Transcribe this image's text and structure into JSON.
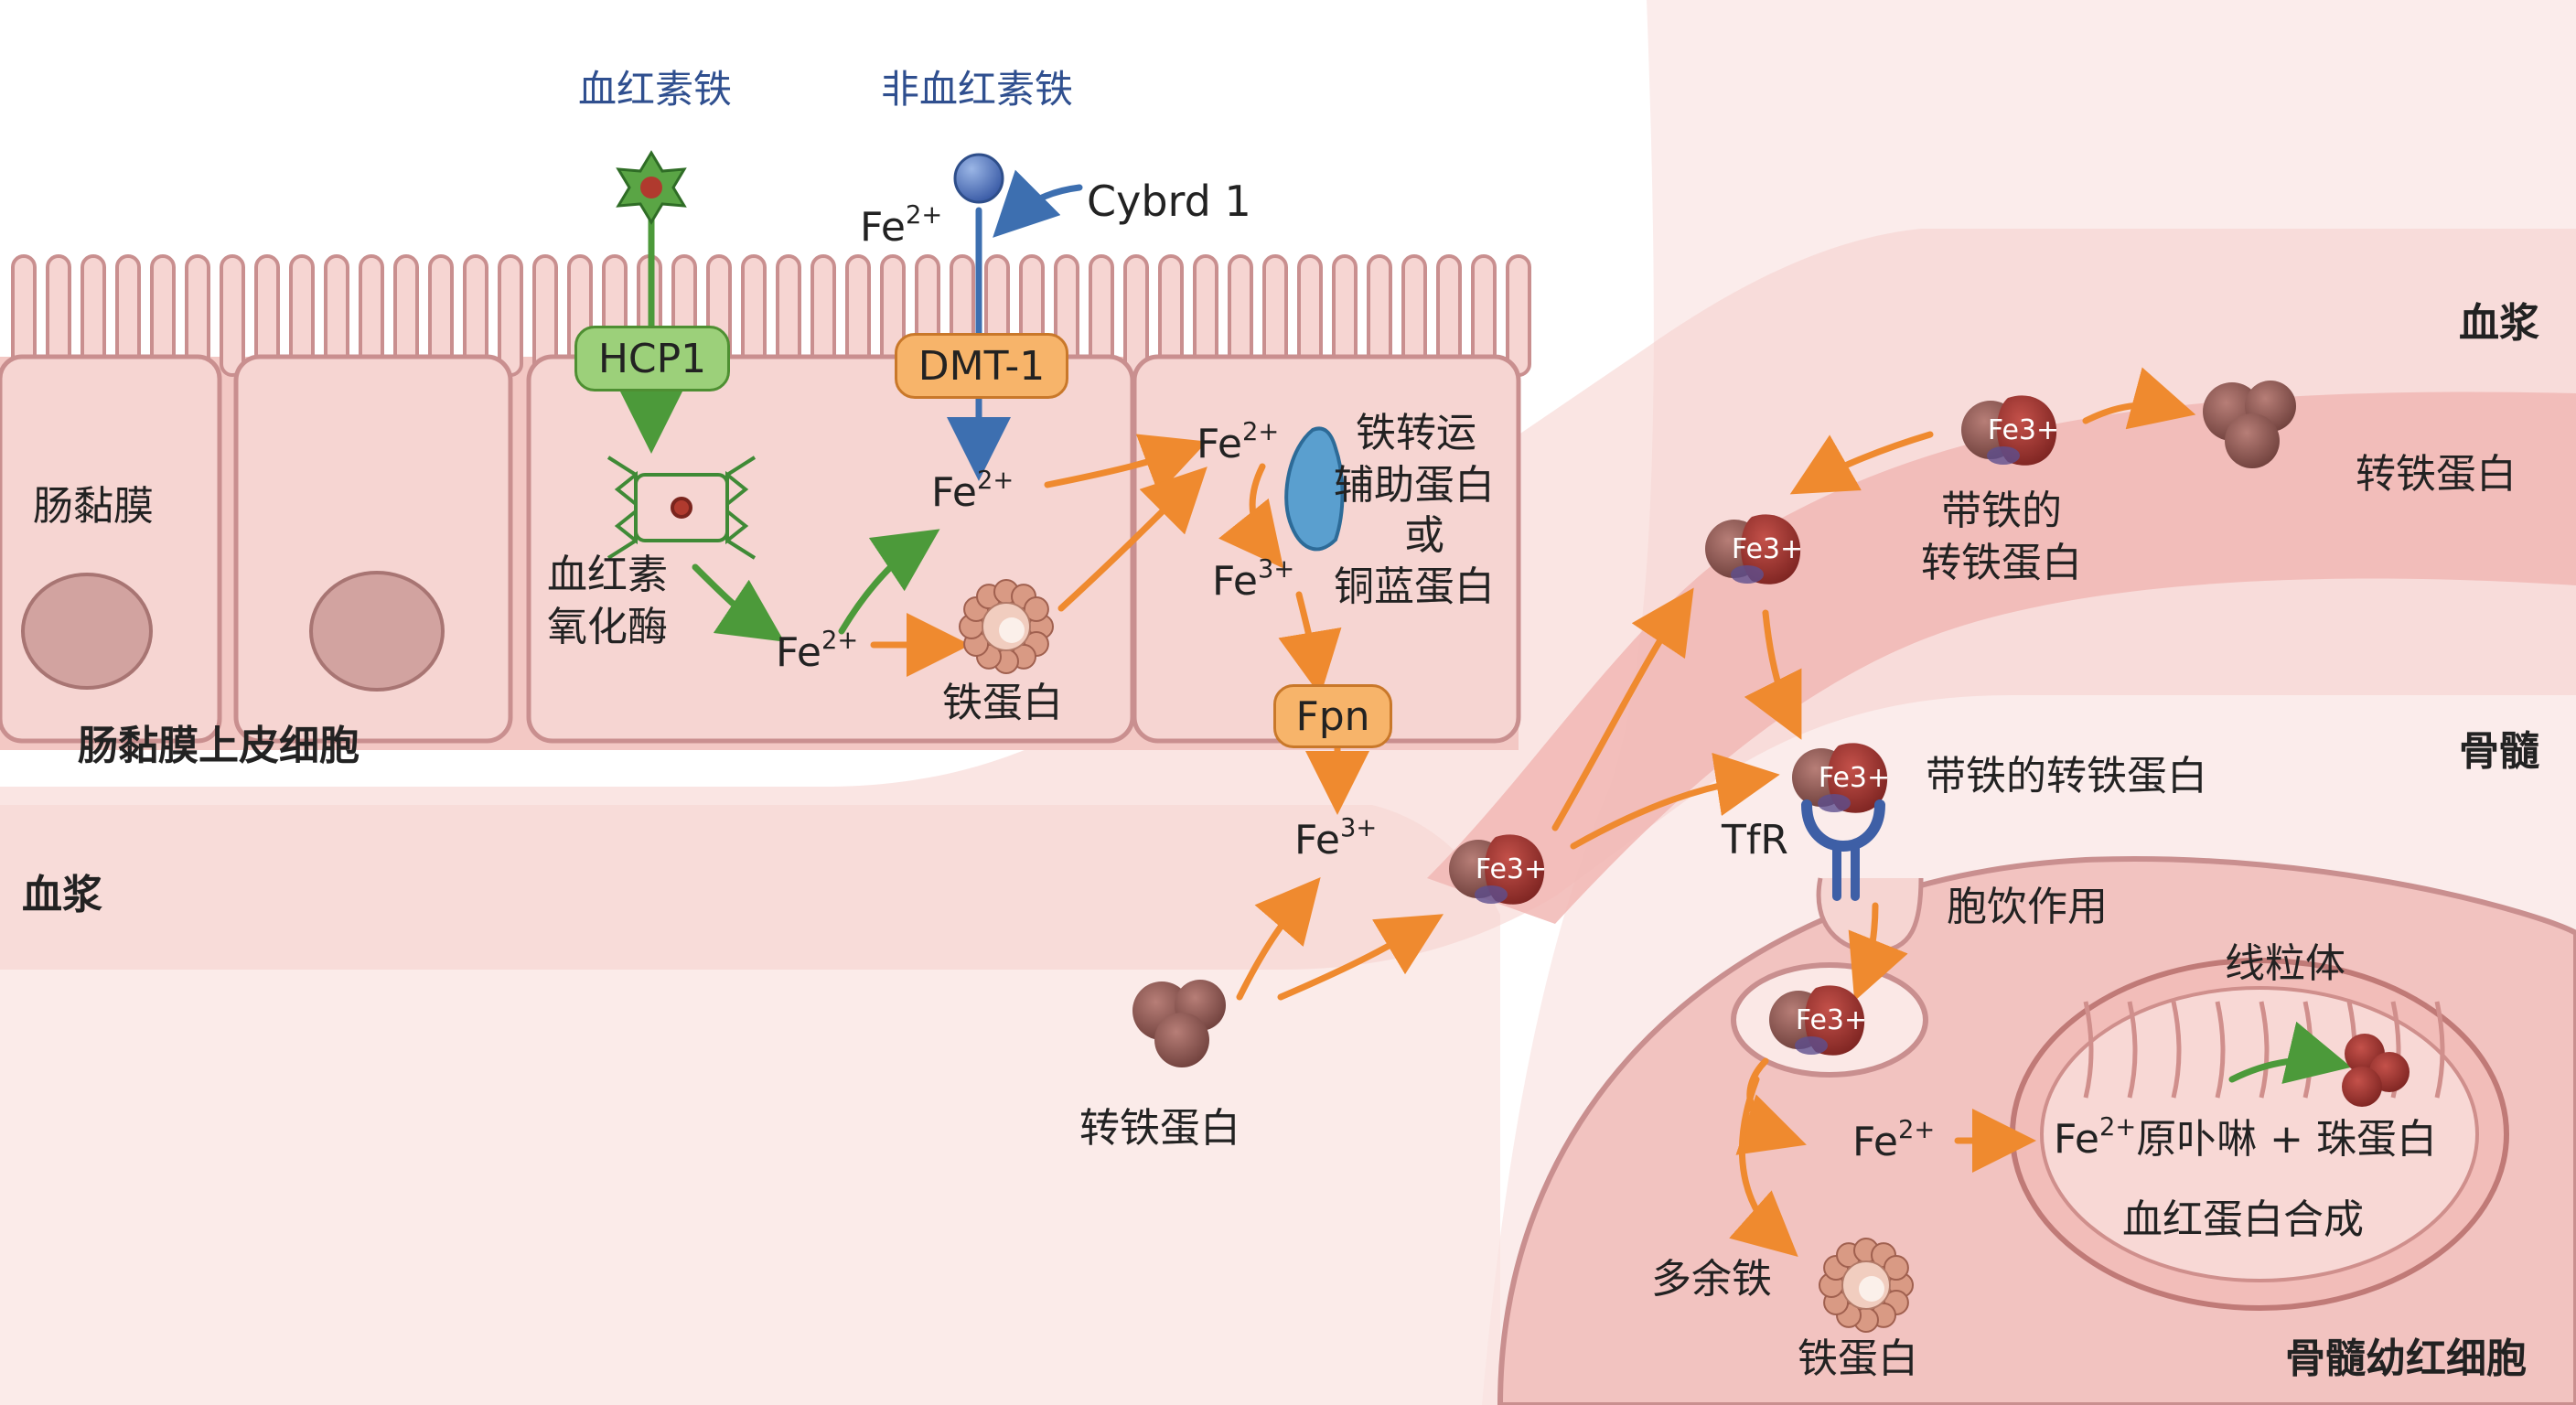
{
  "labels": {
    "heme_iron": "血红素铁",
    "nonheme_iron": "非血红素铁",
    "cybrd1": "Cybrd 1",
    "hcp1": "HCP1",
    "dmt1": "DMT-1",
    "fpn": "Fpn",
    "mucosa": "肠黏膜",
    "epithelial_cell": "肠黏膜上皮细胞",
    "plasma": "血浆",
    "plasma_right": "血浆",
    "heme_oxygenase_1": "血红素",
    "heme_oxygenase_2": "氧化酶",
    "ferritin": "铁蛋白",
    "hephaestin_1": "铁转运",
    "hephaestin_2": "辅助蛋白",
    "hephaestin_3": "或",
    "hephaestin_4": "铜蓝蛋白",
    "transferrin": "转铁蛋白",
    "transferrin_right": "转铁蛋白",
    "holo_tf_1": "带铁的",
    "holo_tf_2": "转铁蛋白",
    "bone_marrow": "骨髓",
    "holo_tf_bound": "带铁的转铁蛋白",
    "tfr": "TfR",
    "pinocytosis": "胞饮作用",
    "mitochondria": "线粒体",
    "heme_synthesis_prefix": "原卟啉 + 珠蛋白",
    "hb_synthesis": "血红蛋白合成",
    "excess_iron": "多余铁",
    "ferritin_2": "铁蛋白",
    "erythroblast": "骨髓幼红细胞"
  },
  "ions": {
    "fe2_base": "Fe",
    "fe2_charge": "2+",
    "fe3_base": "Fe",
    "fe3_charge": "3+",
    "tf_badge": "Fe3+"
  },
  "colors": {
    "green_path": "#4c9a3a",
    "blue_path": "#3d6fb0",
    "orange_arrow": "#ef8a2f",
    "cell_fill": "#f6d5d2",
    "cell_stroke": "#c98f8f",
    "plasma_fill": "#f7d9d7",
    "vessel_fill": "#f1b7b4",
    "transferrin_brown": "#8d5a55",
    "iron_red": "#a83b32"
  },
  "icons": {
    "heme": "heme-star-icon",
    "nonheme": "iron-ion-sphere-icon",
    "porphyrin": "porphyrin-ring-icon",
    "ferritin": "ferritin-cluster-icon",
    "hephaestin": "hephaestin-capsule-icon",
    "transferrin": "transferrin-protein-icon",
    "receptor": "transferrin-receptor-icon",
    "mitochondrion": "mitochondrion-icon",
    "heme_product": "heme-molecule-icon"
  }
}
